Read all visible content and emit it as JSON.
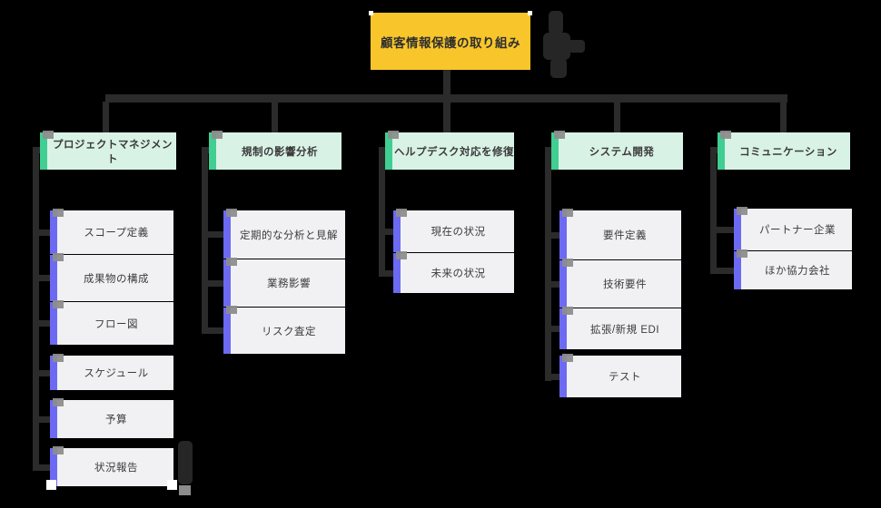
{
  "palette": {
    "canvas-bg": "#000000",
    "line": "#2b2b2b",
    "root-bg": "#F8C62B",
    "category-bg": "#D9F2E6",
    "category-bar": "#40CE93",
    "task-bg": "#F1F1F3",
    "task-bar": "#6C6AF2",
    "handle-gray": "#8d8d8d",
    "selection-handle": "#ffffff",
    "node-text": "#3b3b3b",
    "scribble": "#262626"
  },
  "root": {
    "label": "顧客情報保護の取り組み"
  },
  "columns": [
    {
      "category": "プロジェクトマネジメント",
      "tasks": [
        "スコープ定義",
        "成果物の構成",
        "フロー図",
        "スケジュール",
        "予算",
        "状況報告"
      ]
    },
    {
      "category": "規制の影響分析",
      "tasks": [
        "定期的な分析と見解",
        "業務影響",
        "リスク査定"
      ]
    },
    {
      "category": "ヘルプデスク対応を修復",
      "tasks": [
        "現在の状況",
        "未来の状況"
      ]
    },
    {
      "category": "システム開発",
      "tasks": [
        "要件定義",
        "技術要件",
        "拡張/新規 EDI",
        "テスト"
      ]
    },
    {
      "category": "コミュニケーション",
      "tasks": [
        "パートナー企業",
        "ほか協力会社"
      ]
    }
  ],
  "selection": {
    "selected_task": "状況報告"
  },
  "scribbles": [
    {
      "position": "top-right-of-root",
      "legible": false
    },
    {
      "position": "right-of-status-report",
      "legible": false
    }
  ]
}
